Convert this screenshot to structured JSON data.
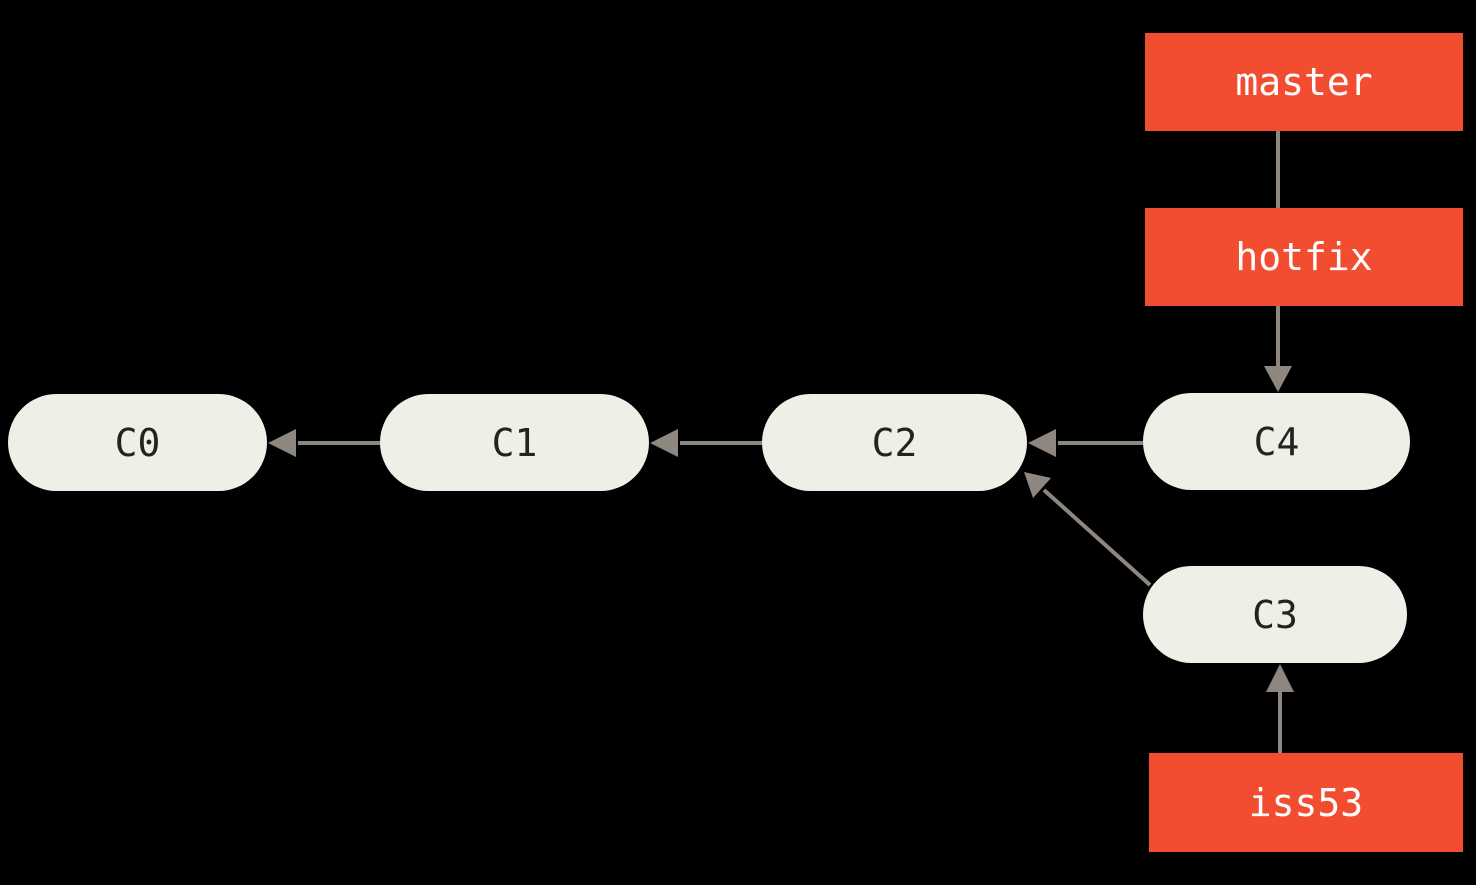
{
  "diagram": {
    "title": "git-branch-diagram",
    "colors": {
      "background": "#000000",
      "branch_box": "#f24d30",
      "commit_pill": "#f0efe7",
      "connector": "#8e8780",
      "branch_text": "#ffffff",
      "commit_text": "#24231f"
    },
    "commits": [
      {
        "id": "C0",
        "label": "C0"
      },
      {
        "id": "C1",
        "label": "C1"
      },
      {
        "id": "C2",
        "label": "C2"
      },
      {
        "id": "C4",
        "label": "C4"
      },
      {
        "id": "C3",
        "label": "C3"
      }
    ],
    "branches": [
      {
        "id": "master",
        "label": "master"
      },
      {
        "id": "hotfix",
        "label": "hotfix"
      },
      {
        "id": "iss53",
        "label": "iss53"
      }
    ],
    "edges": [
      {
        "from": "C1",
        "to": "C0",
        "arrowhead": true
      },
      {
        "from": "C2",
        "to": "C1",
        "arrowhead": true
      },
      {
        "from": "C4",
        "to": "C2",
        "arrowhead": true
      },
      {
        "from": "C3",
        "to": "C2",
        "arrowhead": true
      },
      {
        "from": "master",
        "to": "hotfix",
        "arrowhead": false
      },
      {
        "from": "hotfix",
        "to": "C4",
        "arrowhead": true
      },
      {
        "from": "iss53",
        "to": "C3",
        "arrowhead": true
      }
    ]
  }
}
